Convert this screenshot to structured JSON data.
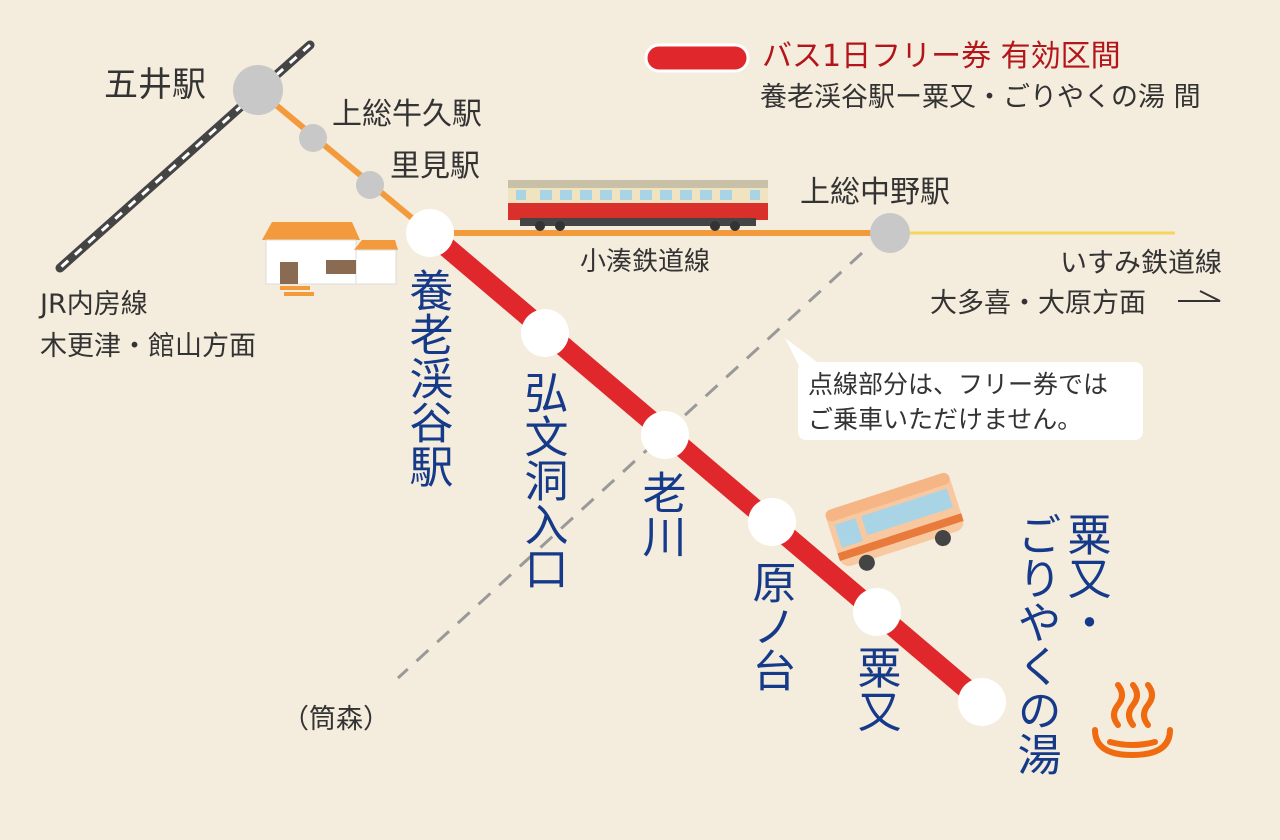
{
  "legend": {
    "title": "バス1日フリー券 有効区間",
    "subtitle": "養老渓谷駅ー粟又・ごりやくの湯 間",
    "color": "#e0282c"
  },
  "lines": {
    "jr": {
      "name": "JR内房線",
      "direction": "木更津・館山方面"
    },
    "kominato": {
      "name": "小湊鉄道線",
      "color": "#f39a3c"
    },
    "isumi": {
      "name": "いすみ鉄道線",
      "direction": "大多喜・大原方面",
      "color": "#f7d55a"
    }
  },
  "rail_stations": {
    "goi": "五井駅",
    "kazusa_ushiku": "上総牛久駅",
    "satomi": "里見駅",
    "kazusa_nakano": "上総中野駅"
  },
  "bus_stops": [
    "養老渓谷駅",
    "弘文洞入口",
    "老川",
    "原ノ台",
    "粟又"
  ],
  "terminal": {
    "line1": "粟又・",
    "line2": "ごりやくの湯"
  },
  "other_stop": "（筒森）",
  "note": {
    "line1": "点線部分は、フリー券では",
    "line2": "ご乗車いただけません。"
  }
}
